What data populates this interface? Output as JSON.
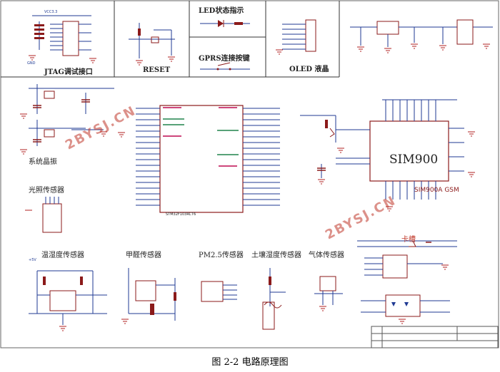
{
  "figure": {
    "caption": "图 2-2  电路原理图",
    "watermarks": [
      "2BYSJ.CN",
      "2BYSJ.CN"
    ]
  },
  "sections": {
    "jtag": "JTAG调试接口",
    "reset": "RESET",
    "led": "LED状态指示",
    "gprs_key": "GPRS连接按键",
    "oled": "OLED  液晶",
    "crystal": "系统晶振",
    "light": "光照传感器",
    "temp_hum": "温湿度传感器",
    "formaldehyde": "甲醛传感器",
    "pm25": "PM2.5传感器",
    "soil": "土壤湿度传感器",
    "gas": "气体传感器",
    "sim_card": "卡槽"
  },
  "chips": {
    "mcu_part": "STM32F103RCT6",
    "gsm_part": "SIM900",
    "gsm_caption": "SIM900A GSM"
  },
  "nets": {
    "vcc33": "VCC3.3",
    "gnd": "GND",
    "vcc5": "+5V"
  },
  "colors": {
    "wire": "#1f3a93",
    "ground": "#b22222",
    "part": "#8b1a1a",
    "text": "#1a1a1a",
    "frame": "#555555"
  }
}
